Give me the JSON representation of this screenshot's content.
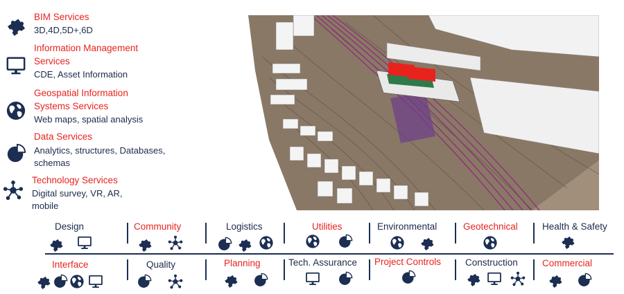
{
  "colors": {
    "accent": "#e8231e",
    "navy": "#1c2e52",
    "text": "#1c2a4a"
  },
  "services": [
    {
      "title_lines": [
        "BIM Services"
      ],
      "desc_lines": [
        "3D,4D,5D+,6D"
      ],
      "icon": "puzzle-icon"
    },
    {
      "title_lines": [
        "Information Management",
        "Services"
      ],
      "desc_lines": [
        "CDE, Asset Information"
      ],
      "icon": "monitor-icon"
    },
    {
      "title_lines": [
        "Geospatial Information",
        "Systems Services"
      ],
      "desc_lines": [
        "Web maps, spatial analysis"
      ],
      "icon": "globe-icon"
    },
    {
      "title_lines": [
        "Data Services"
      ],
      "desc_lines": [
        "Analytics, structures, Databases,",
        "schemas"
      ],
      "icon": "pie-chart-icon"
    },
    {
      "title_lines": [
        "Technology Services"
      ],
      "desc_lines": [
        "Digital survey, VR, AR,",
        "mobile"
      ],
      "icon": "network-icon"
    }
  ],
  "disciplines": [
    {
      "label": "Design",
      "highlight": false,
      "icons": [
        "puzzle-icon",
        "monitor-icon"
      ]
    },
    {
      "label": "Community",
      "highlight": true,
      "icons": [
        "puzzle-icon",
        "network-icon"
      ]
    },
    {
      "label": "Logistics",
      "highlight": false,
      "icons": [
        "pie-chart-icon",
        "puzzle-icon",
        "globe-icon"
      ]
    },
    {
      "label": "Utilities",
      "highlight": true,
      "icons": [
        "globe-icon",
        "pie-chart-icon"
      ]
    },
    {
      "label": "Environmental",
      "highlight": false,
      "icons": [
        "globe-icon",
        "puzzle-icon"
      ]
    },
    {
      "label": "Geotechnical",
      "highlight": true,
      "icons": [
        "globe-icon"
      ]
    },
    {
      "label": "Health & Safety",
      "highlight": false,
      "icons": [
        "puzzle-icon"
      ]
    },
    {
      "label": "Interface",
      "highlight": true,
      "icons": [
        "puzzle-icon",
        "pie-chart-icon",
        "globe-icon",
        "monitor-icon"
      ]
    },
    {
      "label": "Quality",
      "highlight": false,
      "icons": [
        "pie-chart-icon",
        "network-icon"
      ]
    },
    {
      "label": "Planning",
      "highlight": true,
      "icons": [
        "puzzle-icon",
        "pie-chart-icon"
      ]
    },
    {
      "label": "Tech. Assurance",
      "highlight": false,
      "icons": [
        "monitor-icon",
        "pie-chart-icon"
      ]
    },
    {
      "label": "Project Controls",
      "highlight": true,
      "icons": [
        "pie-chart-icon"
      ]
    },
    {
      "label": "Construction",
      "highlight": false,
      "icons": [
        "puzzle-icon",
        "monitor-icon",
        "network-icon"
      ]
    },
    {
      "label": "Commercial",
      "highlight": true,
      "icons": [
        "puzzle-icon",
        "pie-chart-icon"
      ]
    }
  ]
}
